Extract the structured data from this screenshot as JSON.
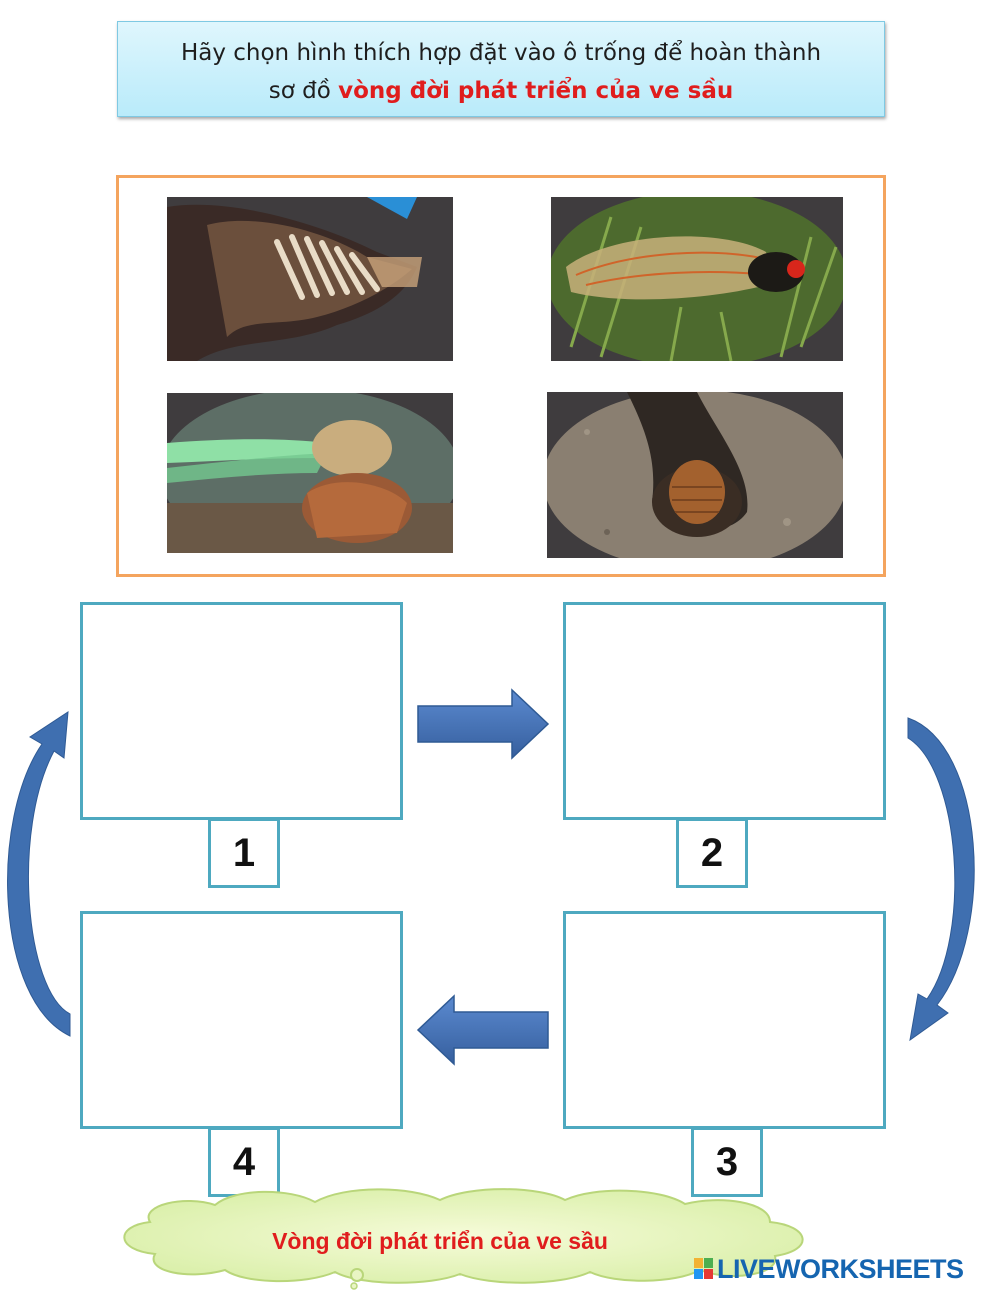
{
  "instruction": {
    "line1": "Hãy chọn hình thích hợp đặt vào ô trống để hoàn thành",
    "line2_prefix": "sơ đồ ",
    "line2_highlight": "vòng đời phát triển của ve sầu"
  },
  "image_bank": {
    "images": [
      {
        "name": "eggs-in-twig-photo"
      },
      {
        "name": "adult-cicada-photo"
      },
      {
        "name": "cicada-molting-photo"
      },
      {
        "name": "nymph-in-burrow-photo"
      }
    ]
  },
  "slots": [
    {
      "number": "1"
    },
    {
      "number": "2"
    },
    {
      "number": "3"
    },
    {
      "number": "4"
    }
  ],
  "caption": "Vòng đời phát triển của ve sầu",
  "brand": "LIVEWORKSHEETS",
  "colors": {
    "accent_red": "#e01d1d",
    "box_border": "#4ea9c0",
    "bank_border": "#f4a45e",
    "arrow_blue": "#3f6fb0",
    "brand_blue": "#1565b0"
  },
  "icons": [
    "arrow-right-icon",
    "arrow-left-icon",
    "curved-arrow-down-icon",
    "curved-arrow-up-icon",
    "liveworksheets-logo-icon"
  ]
}
